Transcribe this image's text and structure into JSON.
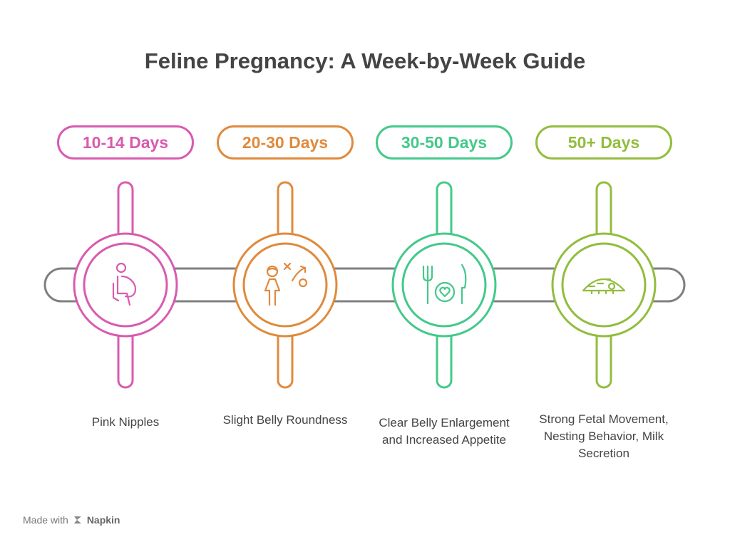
{
  "title": "Feline Pregnancy: A Week-by-Week Guide",
  "stages": [
    {
      "label": "10-14 Days",
      "description": "Pink Nipples",
      "color": "#d85bb0",
      "icon": "pregnant-person-icon"
    },
    {
      "label": "20-30 Days",
      "description": "Slight Belly Roundness",
      "color": "#e08a3c",
      "icon": "strategy-person-icon"
    },
    {
      "label": "30-50 Days",
      "description": "Clear Belly Enlargement and Increased Appetite",
      "color": "#44c98a",
      "icon": "dining-heart-icon"
    },
    {
      "label": "50+ Days",
      "description": "Strong Fetal Movement, Nesting Behavior, Milk Secretion",
      "color": "#92bd3e",
      "icon": "ultrasound-icon"
    }
  ],
  "timeline_color": "#808080",
  "footer": {
    "made_with": "Made with",
    "brand": "Napkin"
  }
}
